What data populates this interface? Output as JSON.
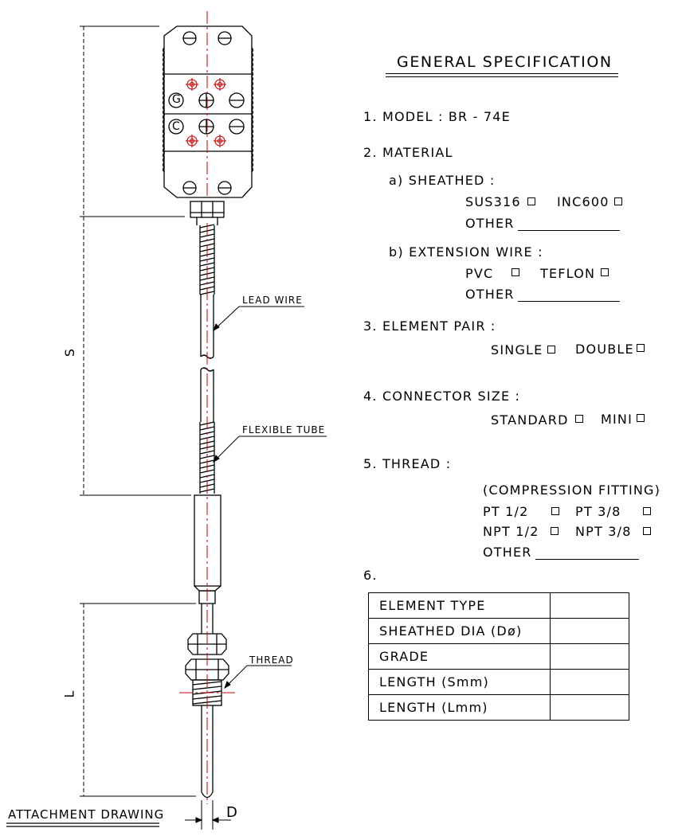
{
  "spec": {
    "title": "GENERAL SPECIFICATION",
    "model": "1. MODEL :  BR - 74E",
    "material": "2. MATERIAL",
    "sheathed": "a) SHEATHED :",
    "sus316": "SUS316",
    "inc600": "INC600",
    "other": "OTHER",
    "extension_wire": "b) EXTENSION WIRE :",
    "pvc": "PVC",
    "teflon": "TEFLON",
    "element_pair": "3. ELEMENT PAIR :",
    "single": "SINGLE",
    "double": "DOUBLE",
    "connector_size": "4. CONNECTOR SIZE :",
    "standard": "STANDARD",
    "mini": "MINI",
    "thread": "5. THREAD :",
    "compression_fitting": "(COMPRESSION FITTING)",
    "pt_half": "PT 1/2",
    "pt_3_8": "PT 3/8",
    "npt_half": "NPT 1/2",
    "npt_3_8": "NPT 3/8",
    "item6": "6."
  },
  "table": {
    "rows": [
      {
        "label": "ELEMENT TYPE",
        "value": ""
      },
      {
        "label": "SHEATHED DIA (Dø)",
        "value": ""
      },
      {
        "label": "GRADE",
        "value": ""
      },
      {
        "label": "LENGTH (Smm)",
        "value": ""
      },
      {
        "label": "LENGTH (Lmm)",
        "value": ""
      }
    ]
  },
  "drawing": {
    "lead_wire": "LEAD WIRE",
    "flexible_tube": "FLEXIBLE TUBE",
    "thread": "THREAD",
    "dim_s": "S",
    "dim_l": "L",
    "dim_d": "D",
    "attachment": "ATTACHMENT DRAWING",
    "connector_g": "G",
    "connector_c": "C"
  },
  "colors": {
    "line": "#000000",
    "centerline": "#cc0000"
  }
}
